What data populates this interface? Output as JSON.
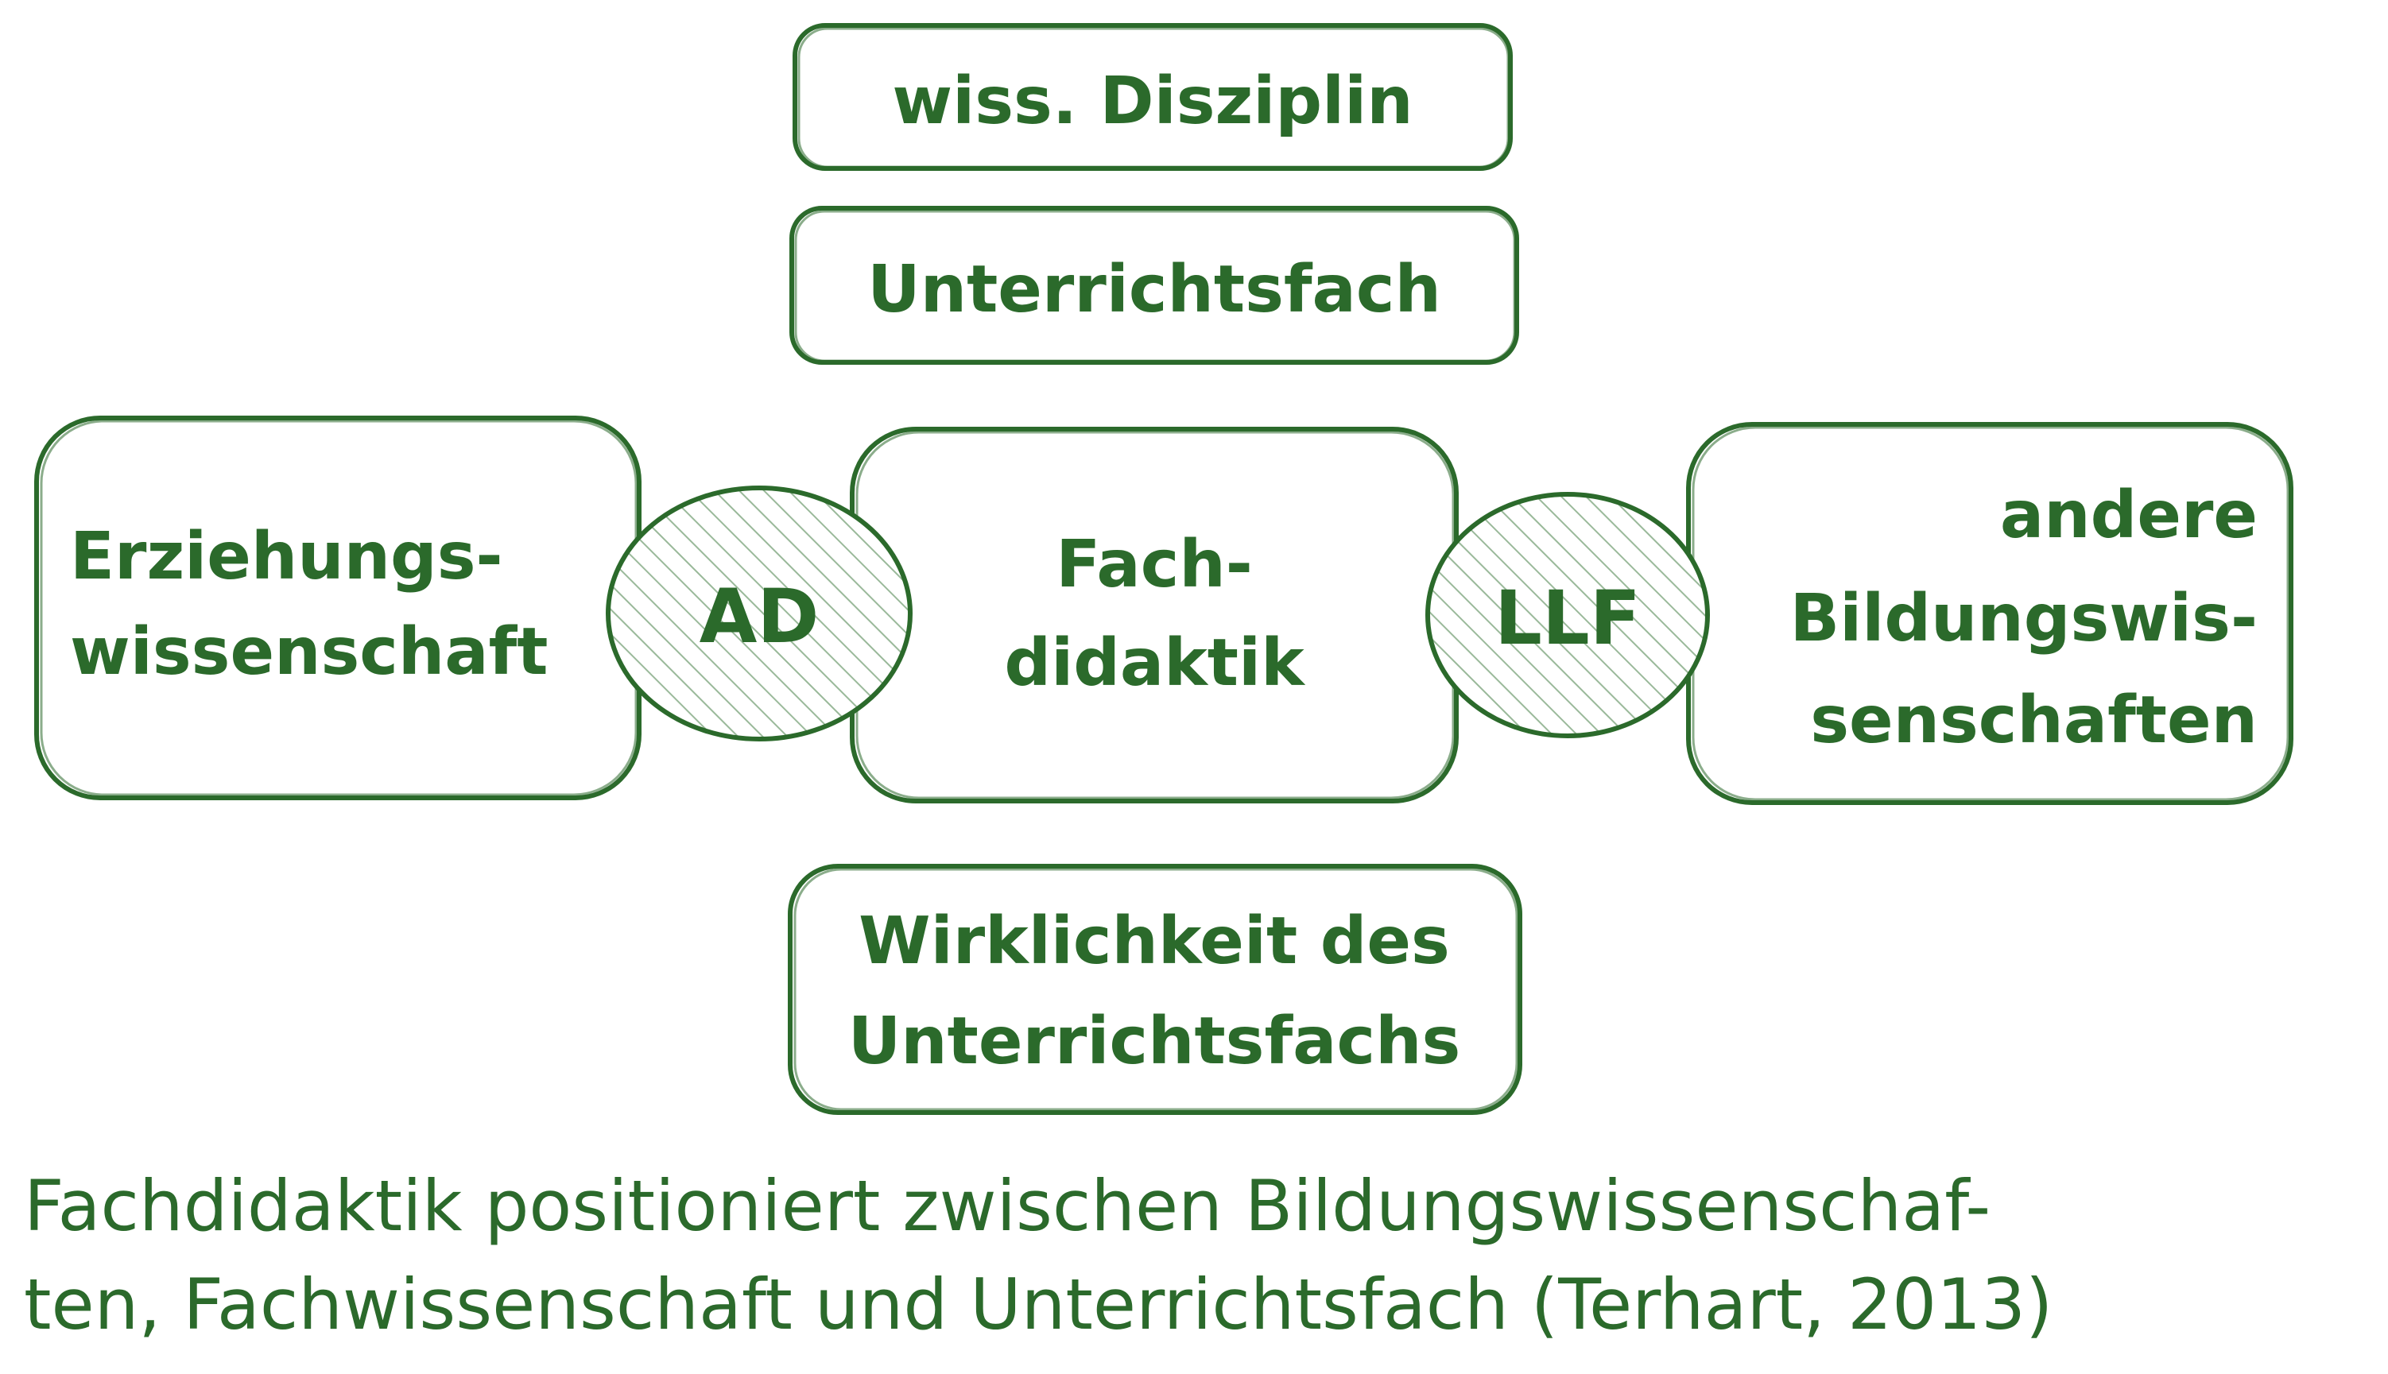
{
  "diagram": {
    "colors": {
      "stroke": "#2b6a2b",
      "text": "#2b6a2b",
      "hatch": "#9ab99a",
      "background": "#ffffff"
    },
    "boxes": {
      "top1": {
        "label": "wiss. Disziplin"
      },
      "top2": {
        "label": "Unterrichtsfach"
      },
      "left": {
        "line1": "Erziehungs-",
        "line2": "wissenschaft"
      },
      "center": {
        "line1": "Fach-",
        "line2": "didaktik"
      },
      "right": {
        "line1": "andere",
        "line2": "Bildungswis-",
        "line3": "senschaften"
      },
      "bottom": {
        "line1": "Wirklichkeit des",
        "line2": "Unterrichtsfachs"
      }
    },
    "circles": {
      "left": {
        "label": "AD"
      },
      "right": {
        "label": "LLF"
      }
    },
    "caption": {
      "line1": "Fachdidaktik positioniert zwischen Bildungswissenschaf-",
      "line2": "ten, Fachwissenschaft und Unterrichtsfach (Terhart, 2013)"
    }
  }
}
